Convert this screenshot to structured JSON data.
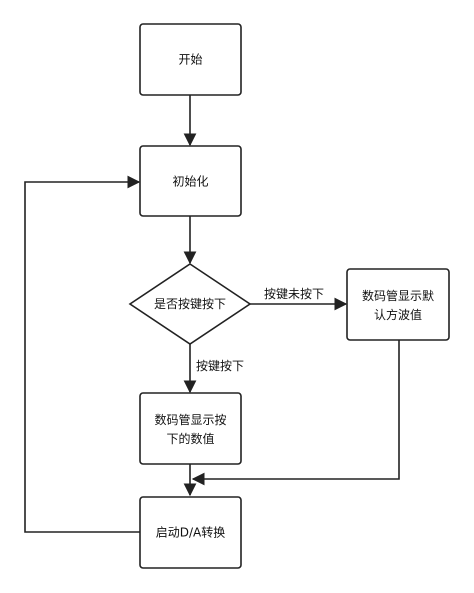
{
  "colors": {
    "stroke": "#222222",
    "node_fill": "#ffffff",
    "text": "#111111",
    "background": "#ffffff"
  },
  "nodes": {
    "start": "开始",
    "init": "初始化",
    "decision": "是否按键按下",
    "default_display_line1": "数码管显示默",
    "default_display_line2": "认方波值",
    "key_display_line1": "数码管显示按",
    "key_display_line2": "下的数值",
    "da_convert": "启动D/A转换"
  },
  "edges": {
    "not_pressed": "按键未按下",
    "pressed": "按键按下"
  }
}
